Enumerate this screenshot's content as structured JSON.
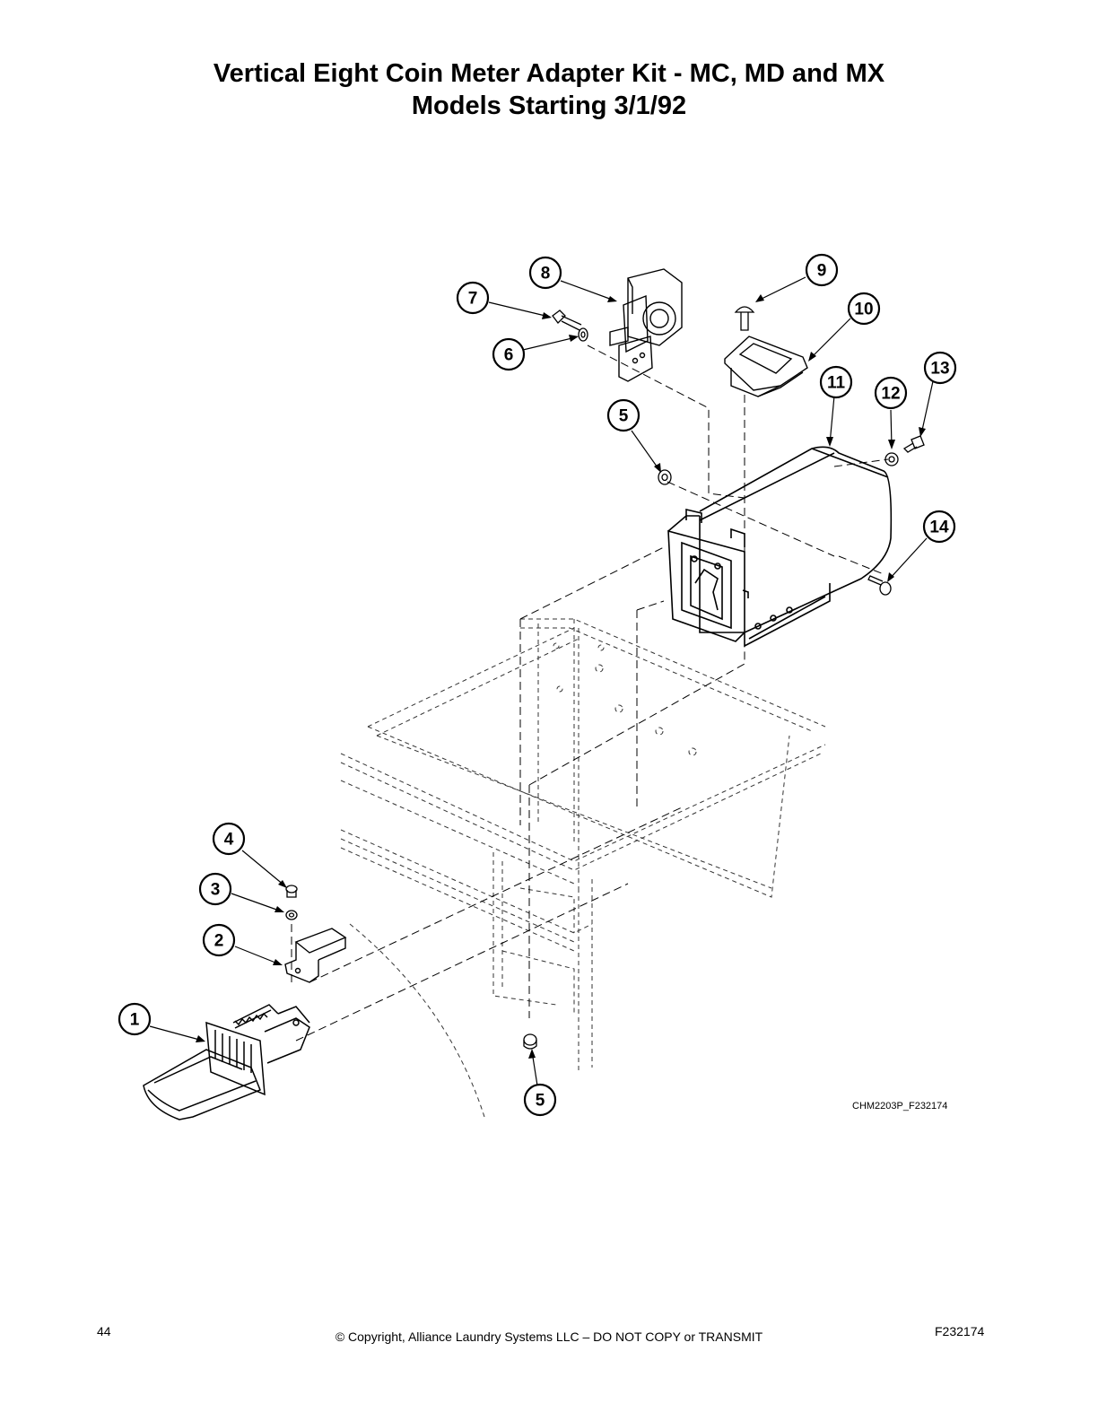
{
  "header": {
    "title_line1": "Vertical Eight Coin Meter Adapter Kit - MC, MD and MX",
    "title_line2": "Models Starting 3/1/92"
  },
  "diagram": {
    "callouts": [
      {
        "id": "callout-1",
        "label": "1"
      },
      {
        "id": "callout-2",
        "label": "2"
      },
      {
        "id": "callout-3",
        "label": "3"
      },
      {
        "id": "callout-4",
        "label": "4"
      },
      {
        "id": "callout-5a",
        "label": "5"
      },
      {
        "id": "callout-5b",
        "label": "5"
      },
      {
        "id": "callout-6",
        "label": "6"
      },
      {
        "id": "callout-7",
        "label": "7"
      },
      {
        "id": "callout-8",
        "label": "8"
      },
      {
        "id": "callout-9",
        "label": "9"
      },
      {
        "id": "callout-10",
        "label": "10"
      },
      {
        "id": "callout-11",
        "label": "11"
      },
      {
        "id": "callout-12",
        "label": "12"
      },
      {
        "id": "callout-13",
        "label": "13"
      },
      {
        "id": "callout-14",
        "label": "14"
      }
    ],
    "figure_code": "CHM2203P_F232174"
  },
  "footer": {
    "page_number": "44",
    "copyright": "© Copyright, Alliance Laundry Systems LLC – DO NOT COPY or TRANSMIT",
    "figure_id": "F232174"
  }
}
